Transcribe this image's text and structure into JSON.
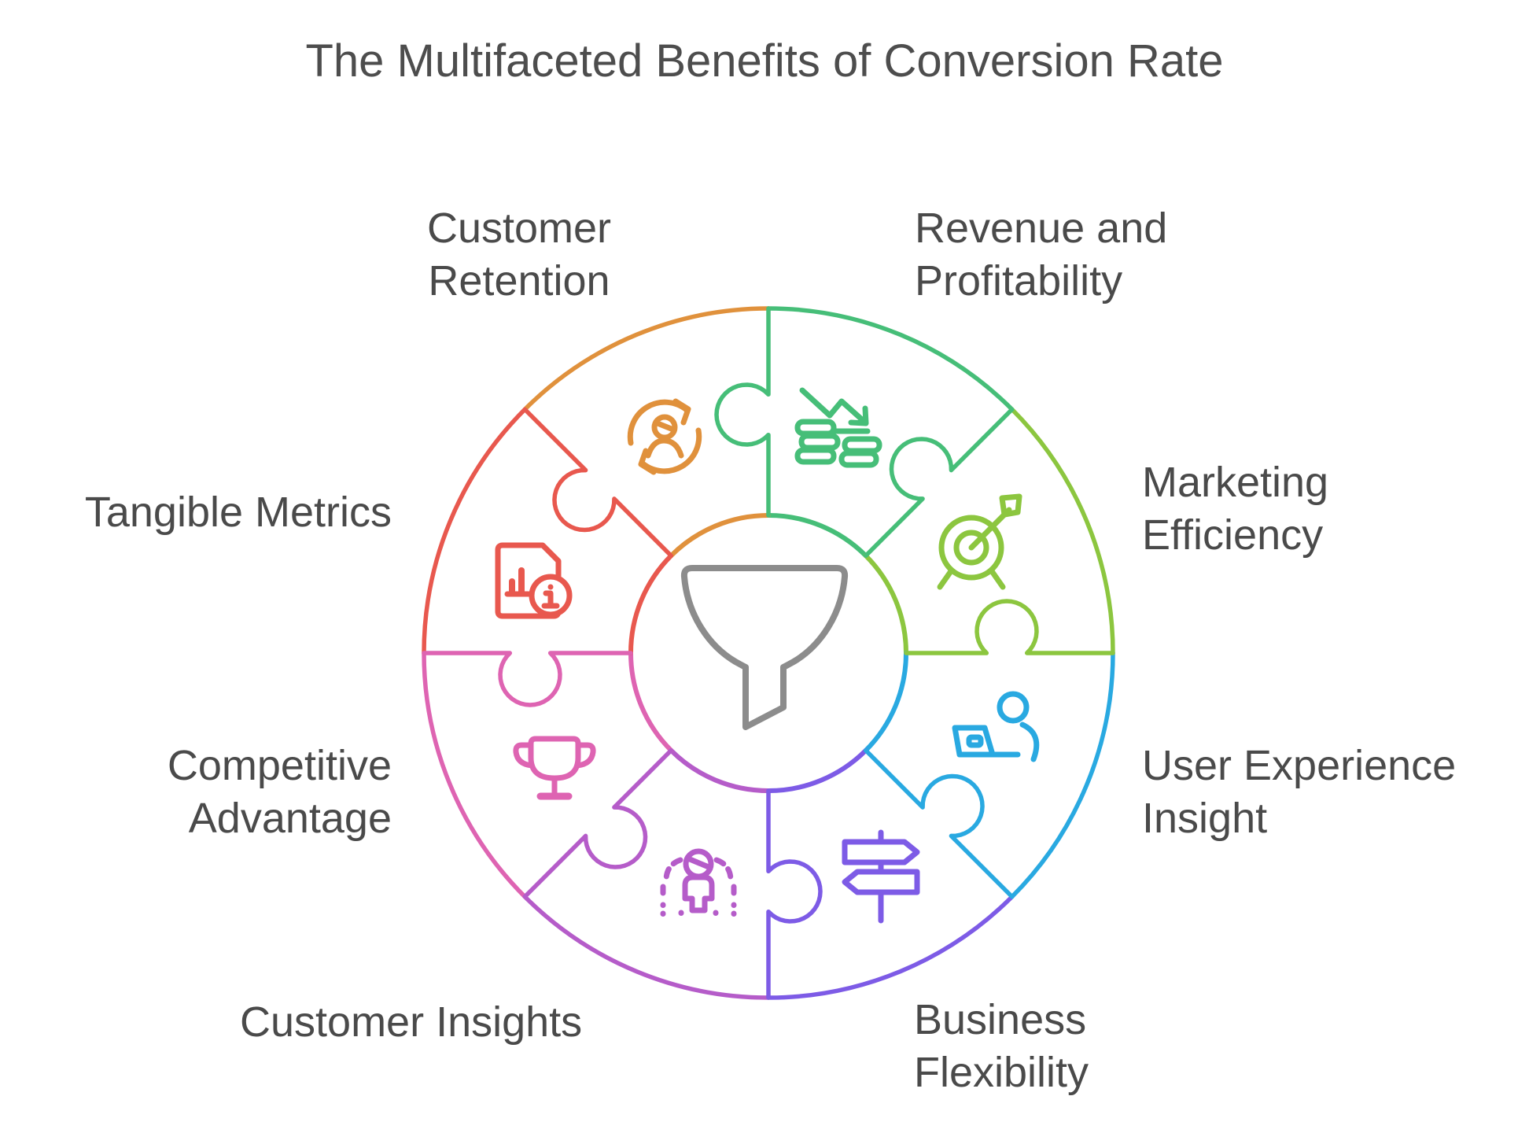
{
  "title": "The Multifaceted Benefits of Conversion Rate",
  "center": {
    "icon": "funnel-icon",
    "color": "#8c8c8c"
  },
  "text_color": "#4a4a4a",
  "sections": [
    {
      "name": "Revenue and Profitability",
      "lines": [
        "Revenue and",
        "Profitability"
      ],
      "color": "#46be78",
      "icon": "coins-decline-icon"
    },
    {
      "name": "Marketing Efficiency",
      "lines": [
        "Marketing",
        "Efficiency"
      ],
      "color": "#8cc63f",
      "icon": "target-dart-icon"
    },
    {
      "name": "User Experience Insight",
      "lines": [
        "User Experience",
        "Insight"
      ],
      "color": "#29a9e1",
      "icon": "user-laptop-icon"
    },
    {
      "name": "Business Flexibility",
      "lines": [
        "Business",
        "Flexibility"
      ],
      "color": "#7d5be6",
      "icon": "signpost-icon"
    },
    {
      "name": "Customer Insights",
      "lines": [
        "Customer Insights"
      ],
      "color": "#b55cc9",
      "icon": "people-group-icon"
    },
    {
      "name": "Competitive Advantage",
      "lines": [
        "Competitive",
        "Advantage"
      ],
      "color": "#de64b2",
      "icon": "trophy-icon"
    },
    {
      "name": "Tangible Metrics",
      "lines": [
        "Tangible Metrics"
      ],
      "color": "#e8584e",
      "icon": "doc-chart-info-icon"
    },
    {
      "name": "Customer Retention",
      "lines": [
        "Customer",
        "Retention"
      ],
      "color": "#e0913c",
      "icon": "refresh-user-icon"
    }
  ]
}
